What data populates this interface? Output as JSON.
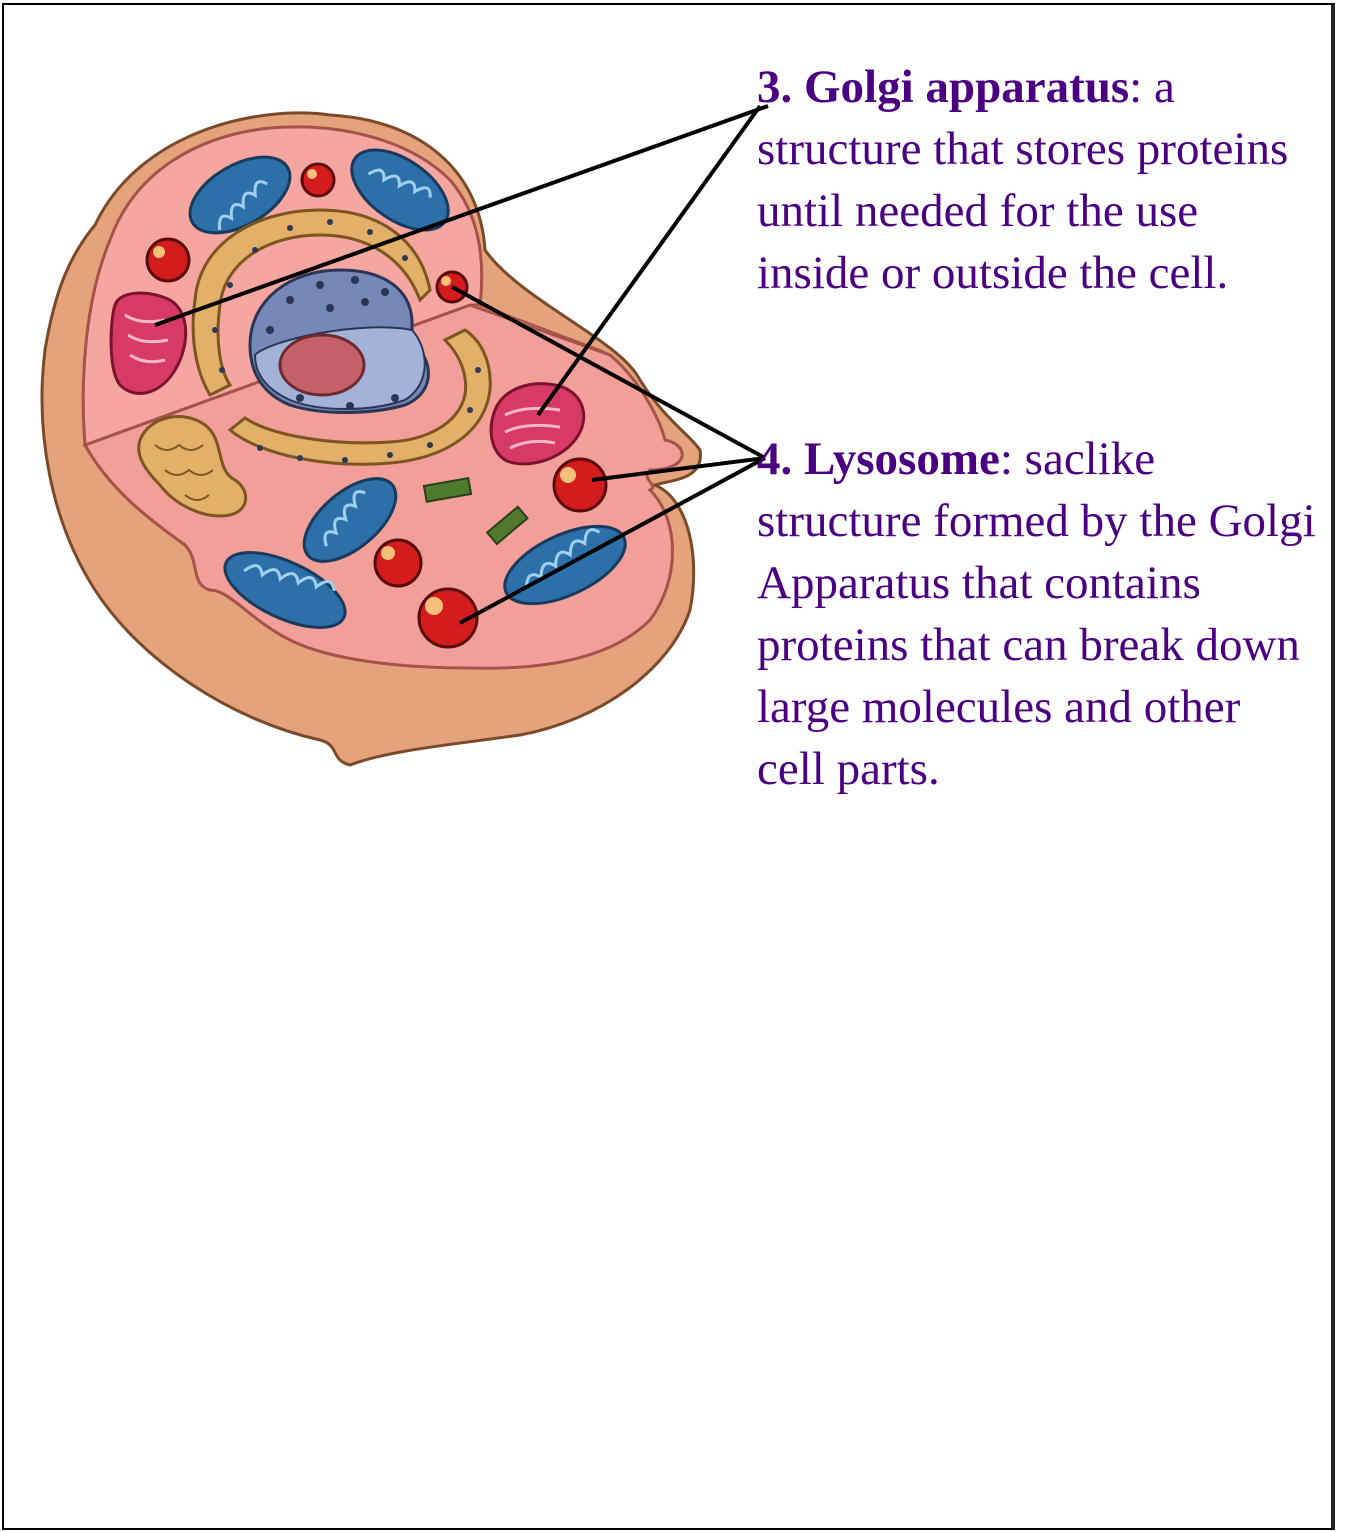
{
  "labels": {
    "golgi": {
      "term": "3. Golgi apparatus",
      "definition": ": a structure that stores proteins until needed for the use inside or outside the cell."
    },
    "lysosome": {
      "term": "4. Lysosome",
      "definition": ": saclike structure formed by the Golgi Apparatus that contains proteins that can break down large molecules and other cell parts."
    }
  },
  "colors": {
    "label_text": "#4b0082",
    "membrane": "#e0a07a",
    "cytoplasm": "#f2a09a",
    "lysosome": "#d41c1c",
    "mitochondrion": "#2d6fa8",
    "er": "#e3b06a",
    "nucleus": "#7688b8",
    "nucleolus": "#c56068",
    "golgi_stack": "#d83a66",
    "leader_line": "#000000"
  }
}
